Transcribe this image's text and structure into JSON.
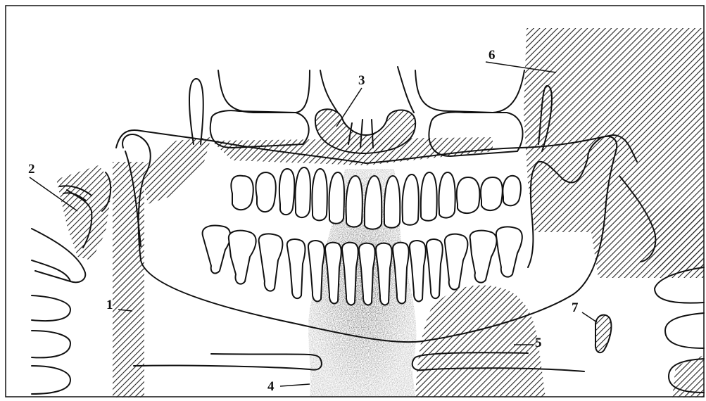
{
  "labels": {
    "l1": "1",
    "l2": "2",
    "l3": "3",
    "l4": "4",
    "l5": "5",
    "l6": "6",
    "l7": "7"
  },
  "colors": {
    "ink": "#111111",
    "hatch": "#2a2a2a",
    "stipple": "#3a3a3a",
    "background": "#ffffff"
  }
}
